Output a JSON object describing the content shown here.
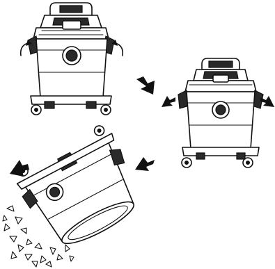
{
  "figure": {
    "steps": [
      {
        "id": "step-1",
        "subject": "wet-dry-vacuum-upright",
        "action": "release-side-latches"
      },
      {
        "id": "step-2",
        "subject": "wet-dry-vacuum-upright",
        "action": "lift-power-head"
      },
      {
        "id": "step-3",
        "subject": "vacuum-drum-tipped",
        "action": "empty-debris"
      }
    ],
    "colors": {
      "line": "#111111",
      "background": "#ffffff",
      "fill_dark": "#2a2a2a"
    }
  }
}
